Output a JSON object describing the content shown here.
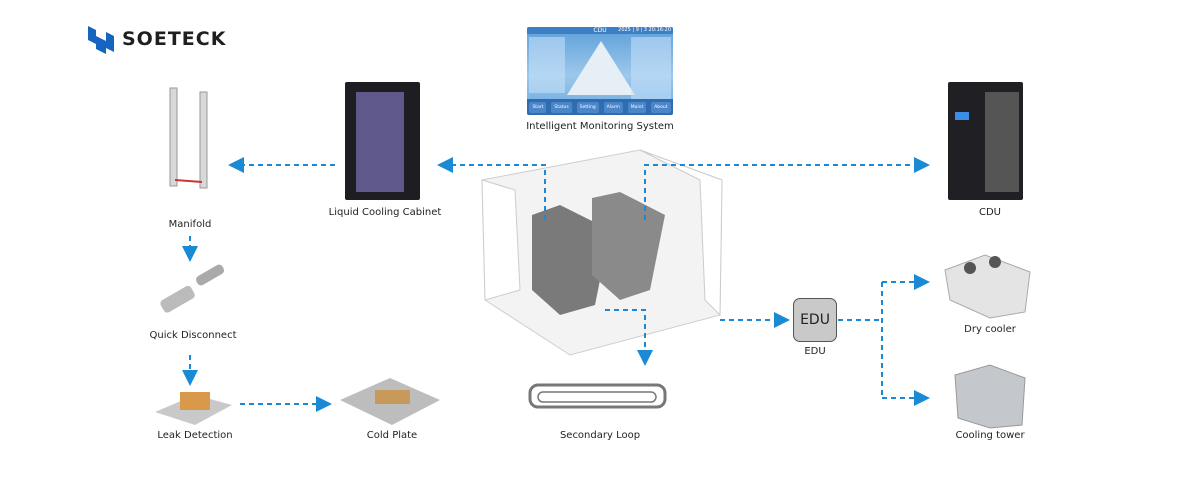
{
  "brand": {
    "name": "SOETECK",
    "color": "#1565c0"
  },
  "arrow_color": "#1a8ad4",
  "monitor": {
    "title": "CDU",
    "time": "2025 | 9 | 3  20:16:20",
    "buttons": [
      "Start",
      "Status",
      "Setting",
      "Alarm",
      "Maint",
      "About"
    ]
  },
  "labels": {
    "monitoring": "Intelligent Monitoring System",
    "cabinet": "Liquid Cooling Cabinet",
    "manifold": "Manifold",
    "quick_disconnect": "Quick Disconnect",
    "leak_detection": "Leak Detection",
    "cold_plate": "Cold Plate",
    "secondary_loop": "Secondary Loop",
    "cdu": "CDU",
    "edu_box": "EDU",
    "edu": "EDU",
    "dry_cooler": "Dry cooler",
    "cooling_tower": "Cooling tower"
  }
}
